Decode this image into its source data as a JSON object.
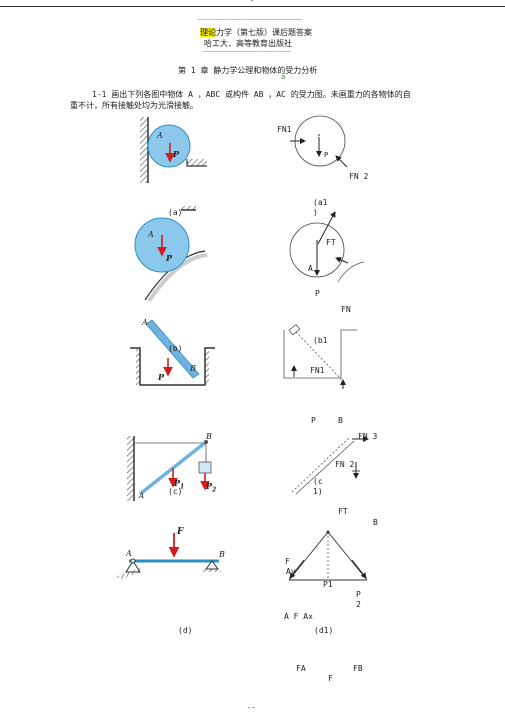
{
  "page": {
    "top_mark": "-",
    "bottom_mark": "--"
  },
  "header": {
    "dashes": "————————————————————————————————",
    "title": "理论力学（第七版）课后题答案",
    "title_highlight": "理论",
    "publisher": "哈工大．高等教育出版社",
    "dashes2": "———————————————————————————"
  },
  "chapter": {
    "heading": "第 1 章 静力学公理和物体的受力分析",
    "stray_mark": "a"
  },
  "problem": {
    "line1": "1-1  画出下列各图中物体 A ，ABC 或构件 AB ，AC 的受力图。未画重力的各物体的自",
    "line2": "重不计，所有接触处均为光滑接触。"
  },
  "left_figures": {
    "a_label": "(a)",
    "b_label": "(b)",
    "c_label": "(c)",
    "d_label": "(d)",
    "A": "A",
    "B": "B",
    "P": "P",
    "P1": "P",
    "P1_sub": "1",
    "P2": "P",
    "P2_sub": "2",
    "F": "F"
  },
  "right_figures": {
    "a1_fn1": "FN1",
    "a1_p": "P",
    "a1_fn2": "FN 2",
    "a1_label": "(a1",
    "a1_label2": ")",
    "a2_ft": "FT",
    "a2_a": "A",
    "a2_p": "P",
    "a2_fn": "FN",
    "b1_label": "(b1",
    "b1_fn1": "FN1",
    "b1_p": "P",
    "b1_b": "B",
    "c1_fn3": "FN 3",
    "c1_fn2": "FN 2",
    "c1_label_c": "(c",
    "c1_label_1": "1)",
    "c1_ft": "FT",
    "c1_b": "B",
    "d1_f": "F",
    "d1_ay": "Ay",
    "d1_p1": "P1",
    "d1_p": "P",
    "d1_2": "2",
    "d1_a_f_ax": "A    F Ax",
    "d1_label": "(d1)",
    "d1_fa": "FA",
    "d1_fb": "FB",
    "d1_f2": "F"
  },
  "colors": {
    "ball": "#8cc8ec",
    "ball_edge": "#2e8fc4",
    "force": "#d01e1e",
    "beam": "#6fb2df",
    "highlight": "#f2e800"
  }
}
